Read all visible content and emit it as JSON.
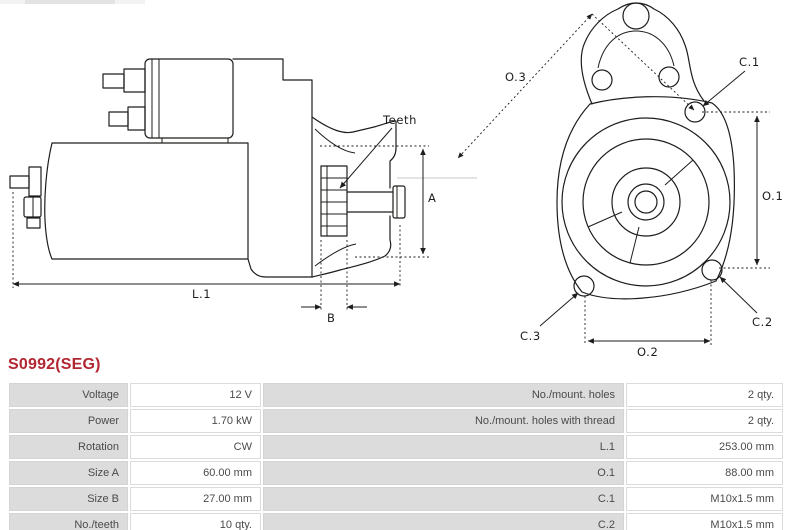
{
  "title": "S0992(SEG)",
  "colors": {
    "accent_red": "#b22731",
    "drawing_line": "#1d1d1b",
    "table_label_bg": "#dcdcdc",
    "table_border": "#dcdcdc",
    "table_text": "#4a4a4a"
  },
  "drawing": {
    "side_view": {
      "teeth_label": "Teeth",
      "dim_a": "A",
      "dim_b": "B",
      "dim_l1": "L.1"
    },
    "front_view": {
      "dim_o1": "O.1",
      "dim_o2": "O.2",
      "dim_o3": "O.3",
      "dim_c1": "C.1",
      "dim_c2": "C.2",
      "dim_c3": "C.3"
    }
  },
  "table": {
    "rows": [
      {
        "l1": "Voltage",
        "v1": "12 V",
        "l2": "No./mount. holes",
        "v2": "2 qty."
      },
      {
        "l1": "Power",
        "v1": "1.70 kW",
        "l2": "No./mount. holes with thread",
        "v2": "2 qty."
      },
      {
        "l1": "Rotation",
        "v1": "CW",
        "l2": "L.1",
        "v2": "253.00 mm"
      },
      {
        "l1": "Size A",
        "v1": "60.00 mm",
        "l2": "O.1",
        "v2": "88.00 mm"
      },
      {
        "l1": "Size B",
        "v1": "27.00 mm",
        "l2": "C.1",
        "v2": "M10x1.5 mm"
      },
      {
        "l1": "No./teeth",
        "v1": "10 qty.",
        "l2": "C.2",
        "v2": "M10x1.5 mm"
      }
    ]
  }
}
